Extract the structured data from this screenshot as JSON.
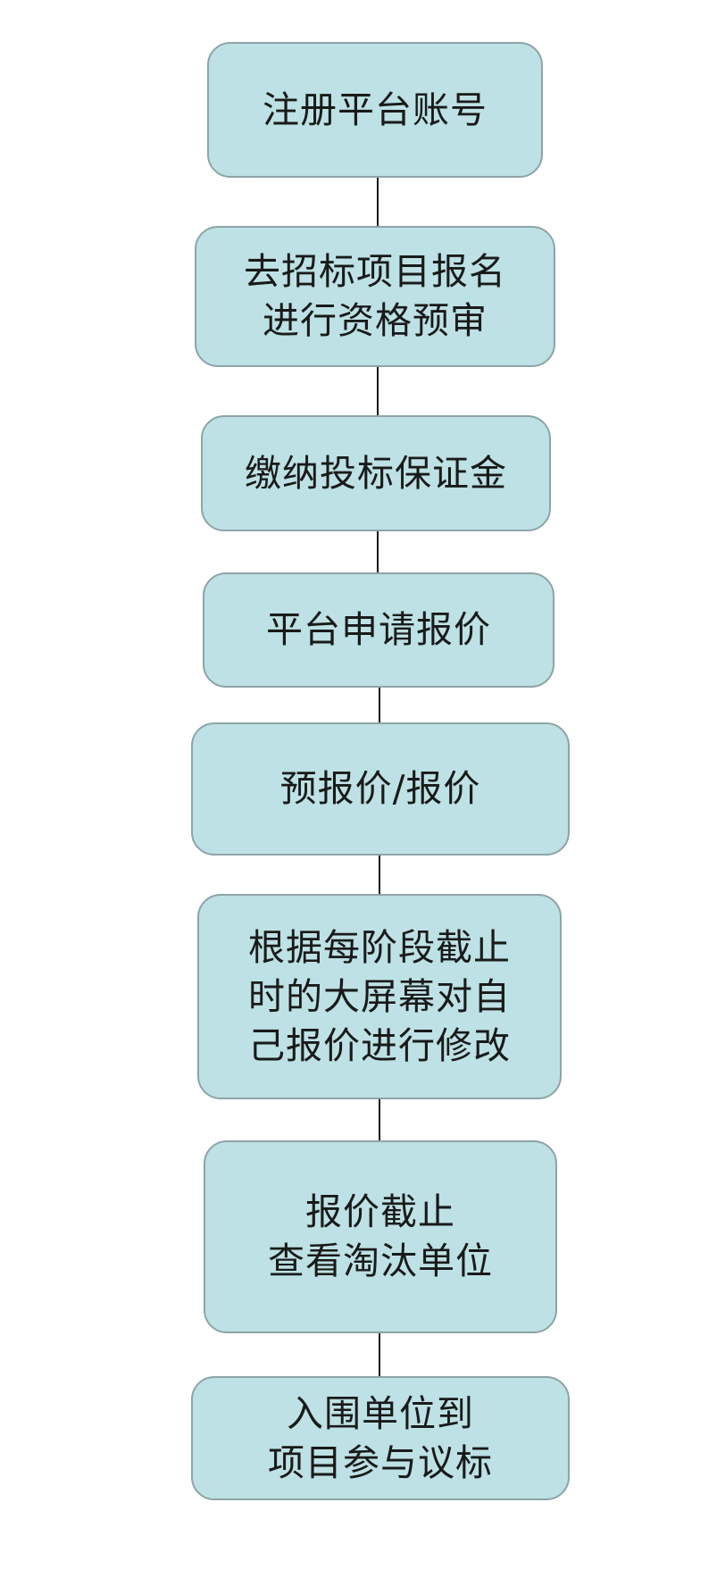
{
  "colors": {
    "box_fill": "#bde1e4",
    "box_border": "#8ea4a7",
    "connector": "#1a1a1a",
    "text": "#1a1a1a"
  },
  "steps": [
    {
      "lines": [
        "注册平台账号"
      ]
    },
    {
      "lines": [
        "去招标项目报名",
        "进行资格预审"
      ]
    },
    {
      "lines": [
        "缴纳投标保证金"
      ]
    },
    {
      "lines": [
        "平台申请报价"
      ]
    },
    {
      "lines": [
        "预报价/报价"
      ]
    },
    {
      "lines": [
        "根据每阶段截止",
        "时的大屏幕对自",
        "己报价进行修改"
      ]
    },
    {
      "lines": [
        "报价截止",
        "查看淘汰单位"
      ]
    },
    {
      "lines": [
        "入围单位到",
        "项目参与议标"
      ]
    }
  ]
}
